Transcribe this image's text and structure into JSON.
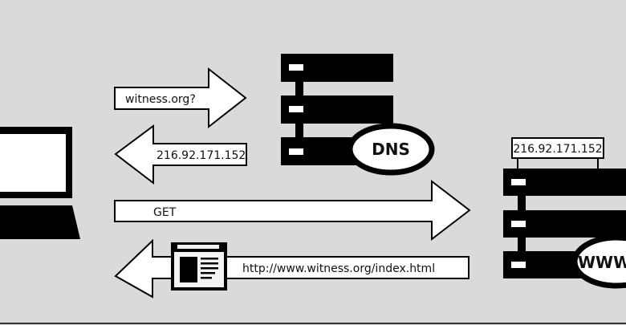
{
  "colors": {
    "background": "#d9dadc",
    "ink": "#000000",
    "paper": "#ffffff"
  },
  "arrows": {
    "dns_query": "witness.org?",
    "dns_response": "216.92.171.152",
    "http_request": "GET",
    "http_response": "http://www.witness.org/index.html"
  },
  "dns_server": {
    "label": "DNS"
  },
  "web_server": {
    "label": "WWW",
    "ip": "216.92.171.152"
  },
  "icons": {
    "client": "laptop-icon",
    "page": "browser-window-icon",
    "servers": "server-rack-icon"
  }
}
